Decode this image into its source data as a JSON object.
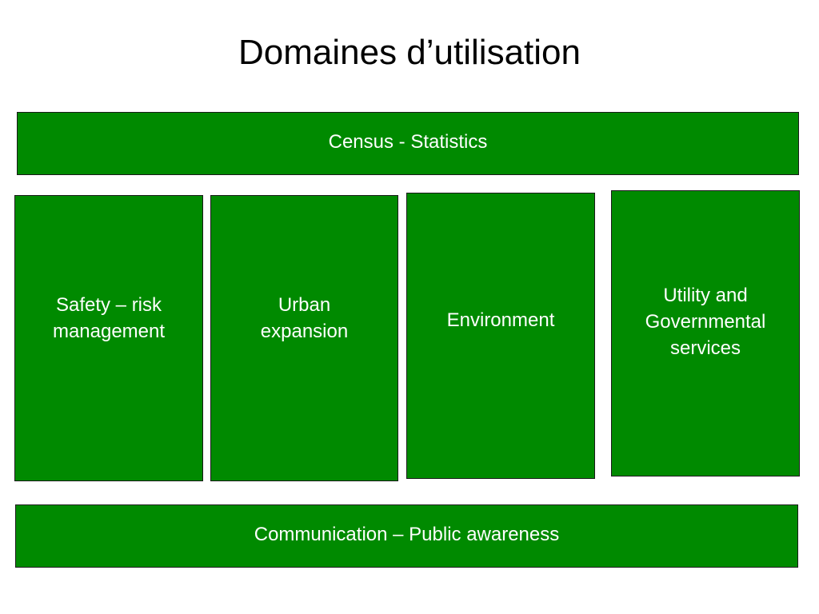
{
  "title": "Domaines d’utilisation",
  "colors": {
    "box_fill": "#008a00",
    "box_border": "#1a1a1a",
    "box_text": "#ffffff",
    "title_text": "#000000"
  },
  "top_band": {
    "label": "Census - Statistics"
  },
  "columns": [
    {
      "label": "Safety – risk management"
    },
    {
      "label": "Urban expansion"
    },
    {
      "label": "Environment"
    },
    {
      "label": "Utility and Governmental services"
    }
  ],
  "bottom_band": {
    "label": "Communication – Public awareness"
  }
}
